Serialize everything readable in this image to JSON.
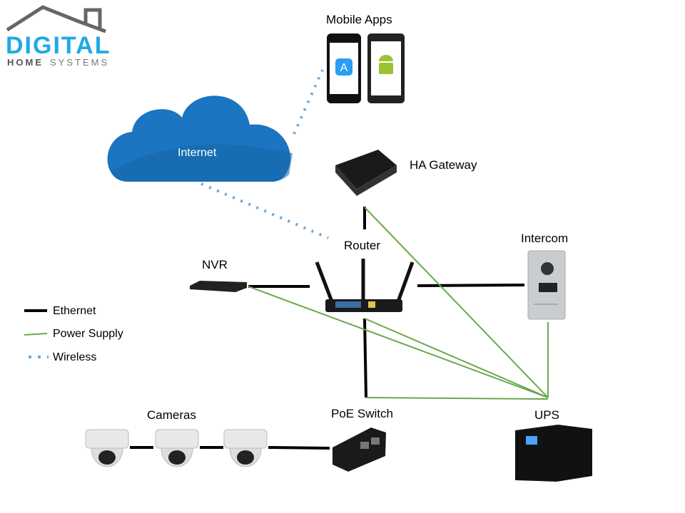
{
  "logo": {
    "brand": "DIGITAL",
    "tagline_bold": "HOME",
    "tagline": "SYSTEMS"
  },
  "nodes": {
    "mobile_apps": "Mobile Apps",
    "internet": "Internet",
    "ha_gateway": "HA Gateway",
    "router": "Router",
    "nvr": "NVR",
    "intercom": "Intercom",
    "cameras": "Cameras",
    "poe_switch": "PoE Switch",
    "ups": "UPS"
  },
  "legend": [
    {
      "label": "Ethernet",
      "style": "solid-black"
    },
    {
      "label": "Power Supply",
      "style": "solid-green"
    },
    {
      "label": "Wireless",
      "style": "dotted-blue"
    }
  ],
  "colors": {
    "ethernet": "#000000",
    "power": "#6aa84f",
    "wireless": "#6fa8dc",
    "cloud": "#1b75c0",
    "logo_blue": "#1fa9e6",
    "logo_gray": "#666666"
  }
}
